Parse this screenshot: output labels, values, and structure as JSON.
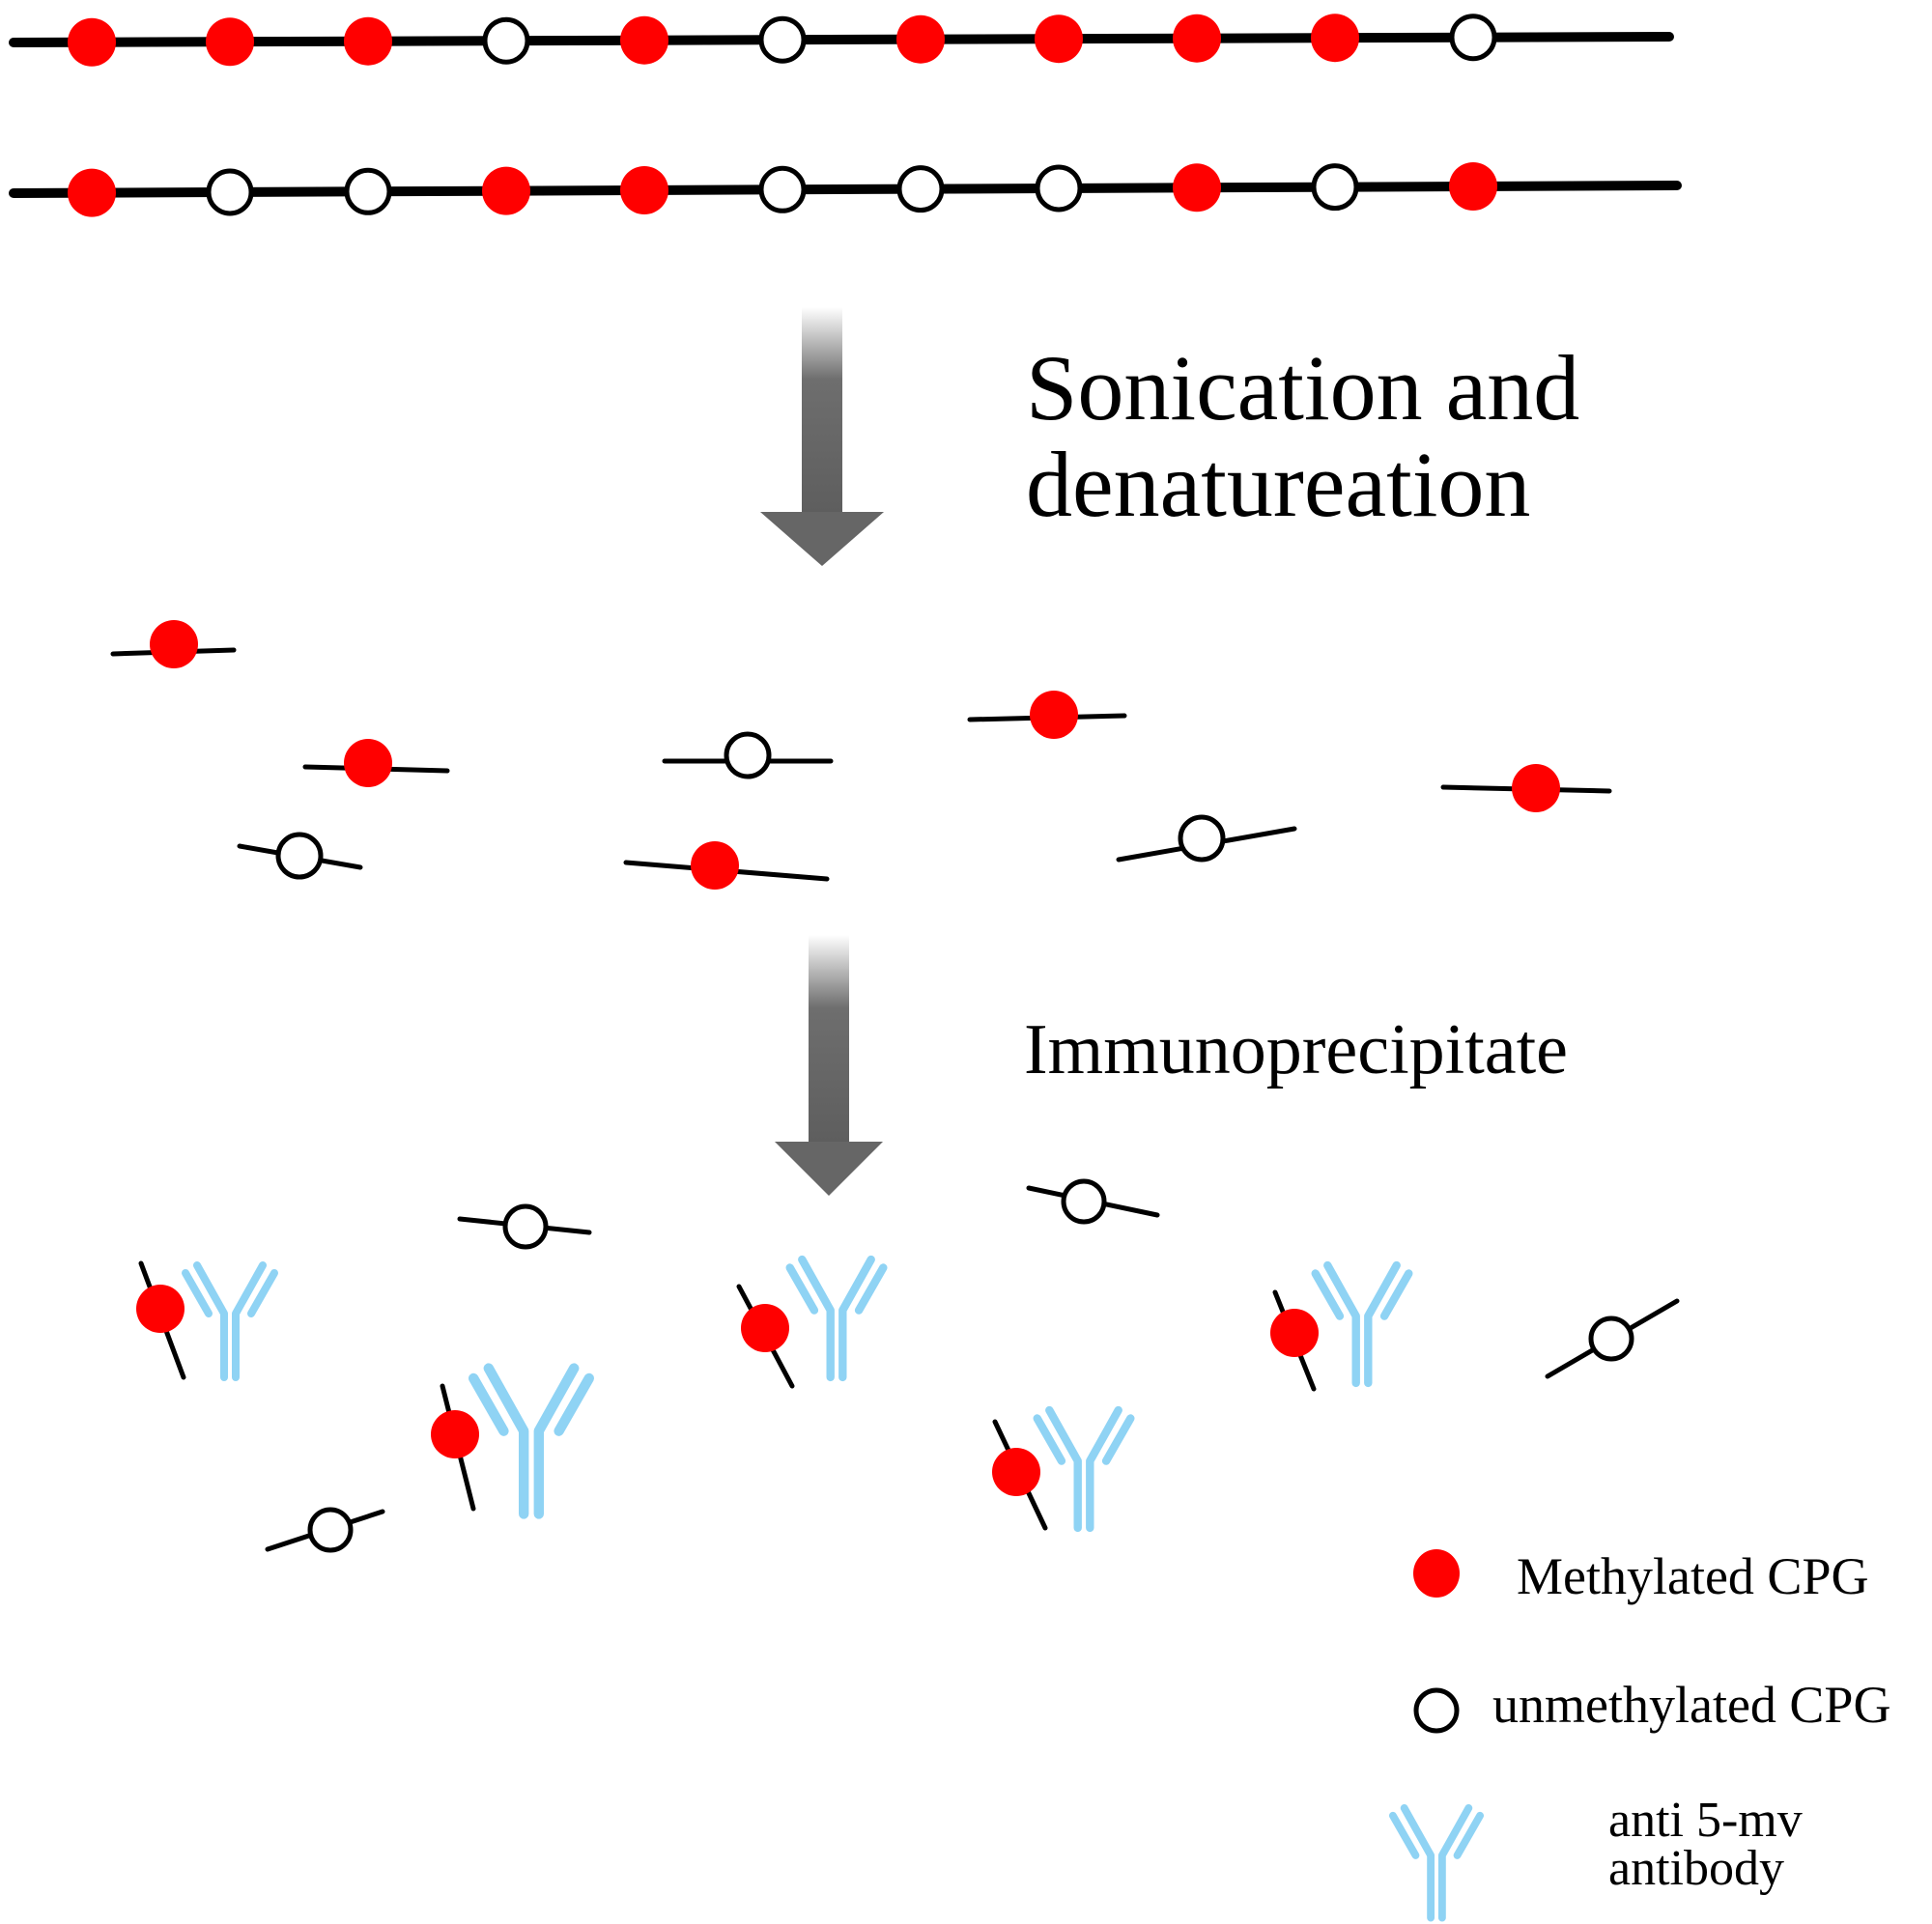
{
  "colors": {
    "methylated": "#ff0000",
    "unmethylated_fill": "#ffffff",
    "strand": "#000000",
    "antibody": "#8fd3f4",
    "arrow": "#666666"
  },
  "dna_strands": [
    {
      "name": "strand-top",
      "sites": [
        "m",
        "m",
        "m",
        "u",
        "m",
        "u",
        "m",
        "m",
        "m",
        "m",
        "u"
      ]
    },
    {
      "name": "strand-bottom",
      "sites": [
        "m",
        "u",
        "u",
        "m",
        "m",
        "u",
        "u",
        "u",
        "m",
        "u",
        "m"
      ]
    }
  ],
  "steps": [
    {
      "label_lines": [
        "Sonication and",
        "denatureation"
      ],
      "icon": "down-arrow-icon"
    },
    {
      "label_lines": [
        "Immunoprecipitate"
      ],
      "icon": "down-arrow-icon"
    }
  ],
  "fragments_after_sonication": [
    {
      "type": "m"
    },
    {
      "type": "m"
    },
    {
      "type": "u"
    },
    {
      "type": "u"
    },
    {
      "type": "m"
    },
    {
      "type": "m"
    },
    {
      "type": "u"
    },
    {
      "type": "m"
    }
  ],
  "immunoprecipitation": {
    "bound_complexes": 5,
    "free_unmethylated_fragments": 4
  },
  "legend": [
    {
      "symbol": "filled-red-circle-icon",
      "label": "Methylated CPG"
    },
    {
      "symbol": "open-circle-icon",
      "label": "unmethylated CPG"
    },
    {
      "symbol": "antibody-icon",
      "label_lines": [
        "anti  5-mv",
        "antibody"
      ]
    }
  ]
}
